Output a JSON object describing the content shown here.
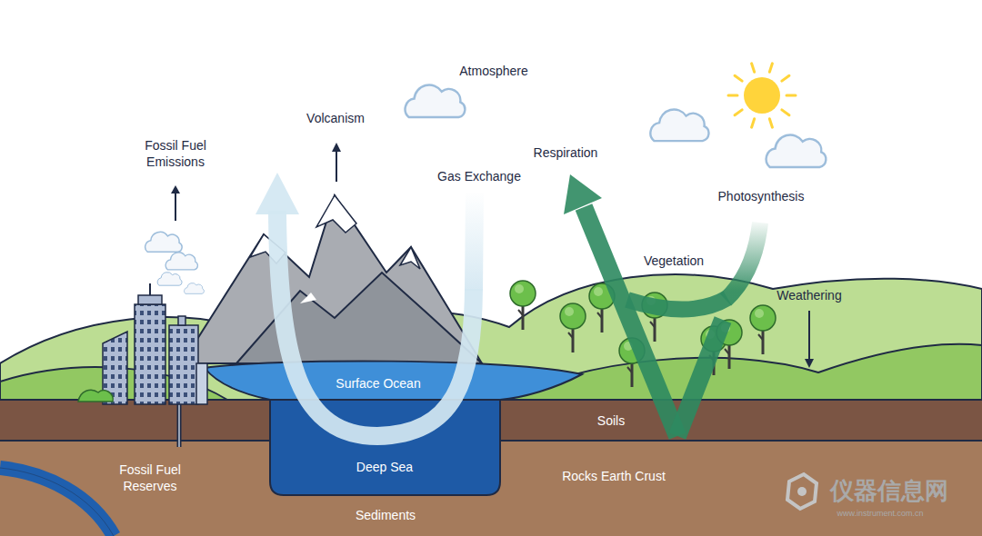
{
  "diagram": {
    "nodes": [
      {
        "text": [
          "Surface Ocean"
        ]
      },
      {
        "text": [
          "Deep Sea"
        ]
      },
      {
        "text": [
          "Soils"
        ]
      }
    ],
    "labels": [
      "Atmosphere",
      "Volcanism",
      "Fossil Fuel Emissions",
      "Respiration",
      "Gas Exchange",
      "Photosynthesis",
      "Vegetation",
      "Weathering",
      "Fossil Fuel Reserves",
      "Rocks Earth Crust",
      "Sediments",
      "仪器信息网",
      "www.instrument.com.cn"
    ]
  }
}
